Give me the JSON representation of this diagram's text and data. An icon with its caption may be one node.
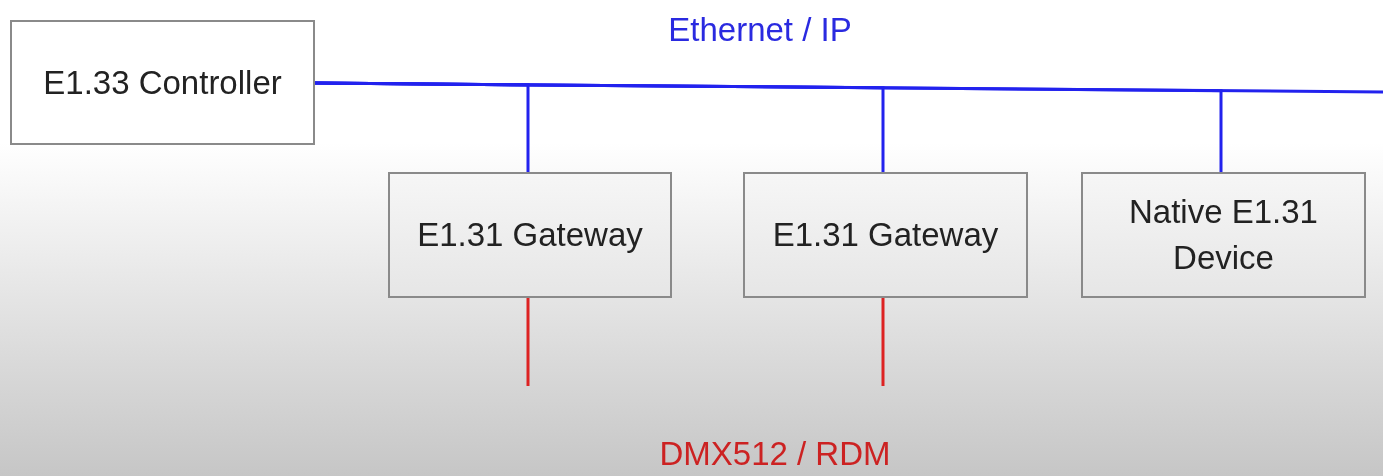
{
  "diagram": {
    "nodes": [
      {
        "text": [
          "E1.33 Controller"
        ]
      },
      {
        "text": [
          "E1.31 Gateway"
        ]
      },
      {
        "text": [
          "E1.31 Gateway"
        ]
      },
      {
        "text": [
          "Native E1.31 Device"
        ]
      }
    ],
    "edges": [
      {
        "from": 0,
        "to": 1,
        "arrow": "none"
      },
      {
        "from": 0,
        "to": 2,
        "arrow": "none"
      },
      {
        "from": 0,
        "to": 3,
        "arrow": "none"
      },
      {
        "from": 0,
        "to": null,
        "arrow": "none"
      },
      {
        "from": 1,
        "to": null,
        "arrow": "none",
        "color": "#dd2222"
      },
      {
        "from": 2,
        "to": null,
        "arrow": "none",
        "color": "#dd2222"
      }
    ],
    "labels": [
      "Ethernet / IP",
      "DMX512 / RDM"
    ]
  }
}
